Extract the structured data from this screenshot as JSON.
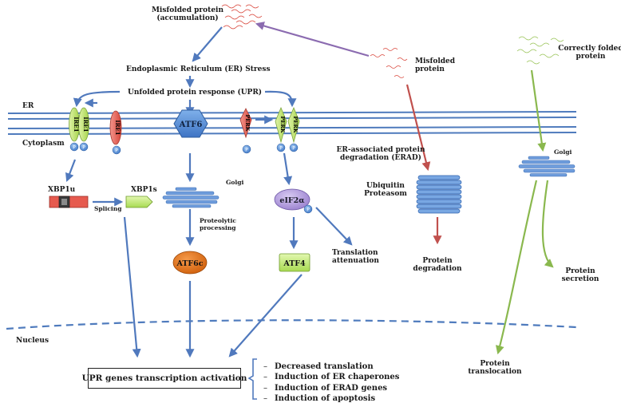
{
  "labels": {
    "misfolded_accumulation_1": "Misfolded protein",
    "misfolded_accumulation_2": "(accumulation)",
    "er_stress": "Endoplasmic Reticulum (ER) Stress",
    "upr": "Unfolded protein response (UPR)",
    "er": "ER",
    "cytoplasm": "Cytoplasm",
    "nucleus": "Nucleus",
    "misfolded_1": "Misfolded",
    "misfolded_2": "protein",
    "correct_1": "Correctly folded",
    "correct_2": "protein",
    "erad_1": "ER-associated protein",
    "erad_2": "degradation (ERAD)",
    "ubiquitin_1": "Ubiquitin",
    "ubiquitin_2": "Proteasom",
    "golgi": "Golgi",
    "golgi_right": "Golgi",
    "xbp1u": "XBP1u",
    "xbp1s": "XBP1s",
    "splicing": "Splicing",
    "proteolytic_1": "Proteolytic",
    "proteolytic_2": "processing",
    "translation_att_1": "Translation",
    "translation_att_2": "attenuation",
    "protein_deg_1": "Protein",
    "protein_deg_2": "degradation",
    "protein_sec_1": "Protein",
    "protein_sec_2": "secretion",
    "protein_trans_1": "Protein",
    "protein_trans_2": "translocation",
    "transcription_box": "UPR genes transcription activation"
  },
  "nodes": {
    "atf6": "ATF6",
    "atf6c": "ATF6c",
    "atf4": "ATF4",
    "eif2a": "eIF2α",
    "ire1": "IRE1",
    "perk": "PERK",
    "p": "P"
  },
  "outcomes": [
    "Decreased translation",
    "Induction of ER chaperones",
    "Induction of ERAD genes",
    "Induction of apoptosis"
  ],
  "colors": {
    "blue_arrow": "#5079bd",
    "purple_arrow": "#8b6bb0",
    "red_arrow": "#c0504d",
    "green_arrow": "#8ab84e",
    "membrane": "#4f7bbd",
    "ire1_green": "#bde06a",
    "ire_red": "#e45a4f",
    "atf6_blue": "#4f86cf",
    "atf6c_orange": "#e06a12",
    "atf4_green": "#c6ec7a",
    "eif2a_purple": "#a58fd4"
  }
}
